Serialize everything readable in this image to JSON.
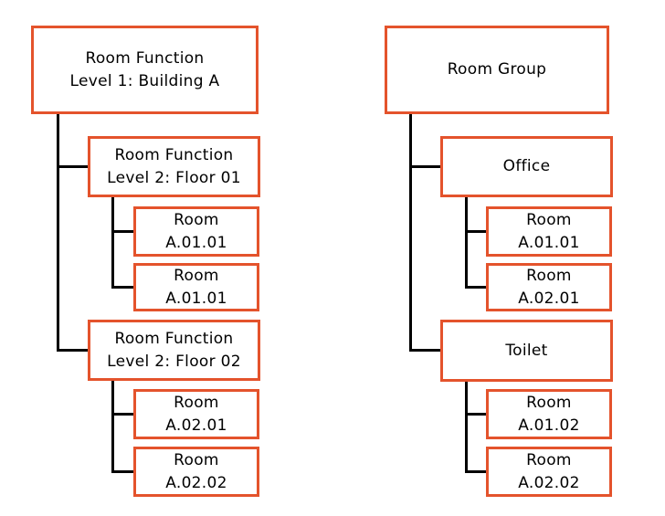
{
  "diagram": {
    "colors": {
      "box_border": "#e4532c",
      "connector": "#000000",
      "text": "#000000",
      "background": "#ffffff"
    },
    "left_tree": {
      "root": {
        "label": "Room Function\nLevel 1: Building A"
      },
      "children": [
        {
          "label": "Room Function\nLevel 2: Floor 01",
          "children": [
            {
              "label": "Room\nA.01.01"
            },
            {
              "label": "Room\nA.01.01"
            }
          ]
        },
        {
          "label": "Room Function\nLevel 2: Floor 02",
          "children": [
            {
              "label": "Room\nA.02.01"
            },
            {
              "label": "Room\nA.02.02"
            }
          ]
        }
      ]
    },
    "right_tree": {
      "root": {
        "label": "Room Group"
      },
      "children": [
        {
          "label": "Office",
          "children": [
            {
              "label": "Room\nA.01.01"
            },
            {
              "label": "Room\nA.02.01"
            }
          ]
        },
        {
          "label": "Toilet",
          "children": [
            {
              "label": "Room\nA.01.02"
            },
            {
              "label": "Room\nA.02.02"
            }
          ]
        }
      ]
    }
  }
}
